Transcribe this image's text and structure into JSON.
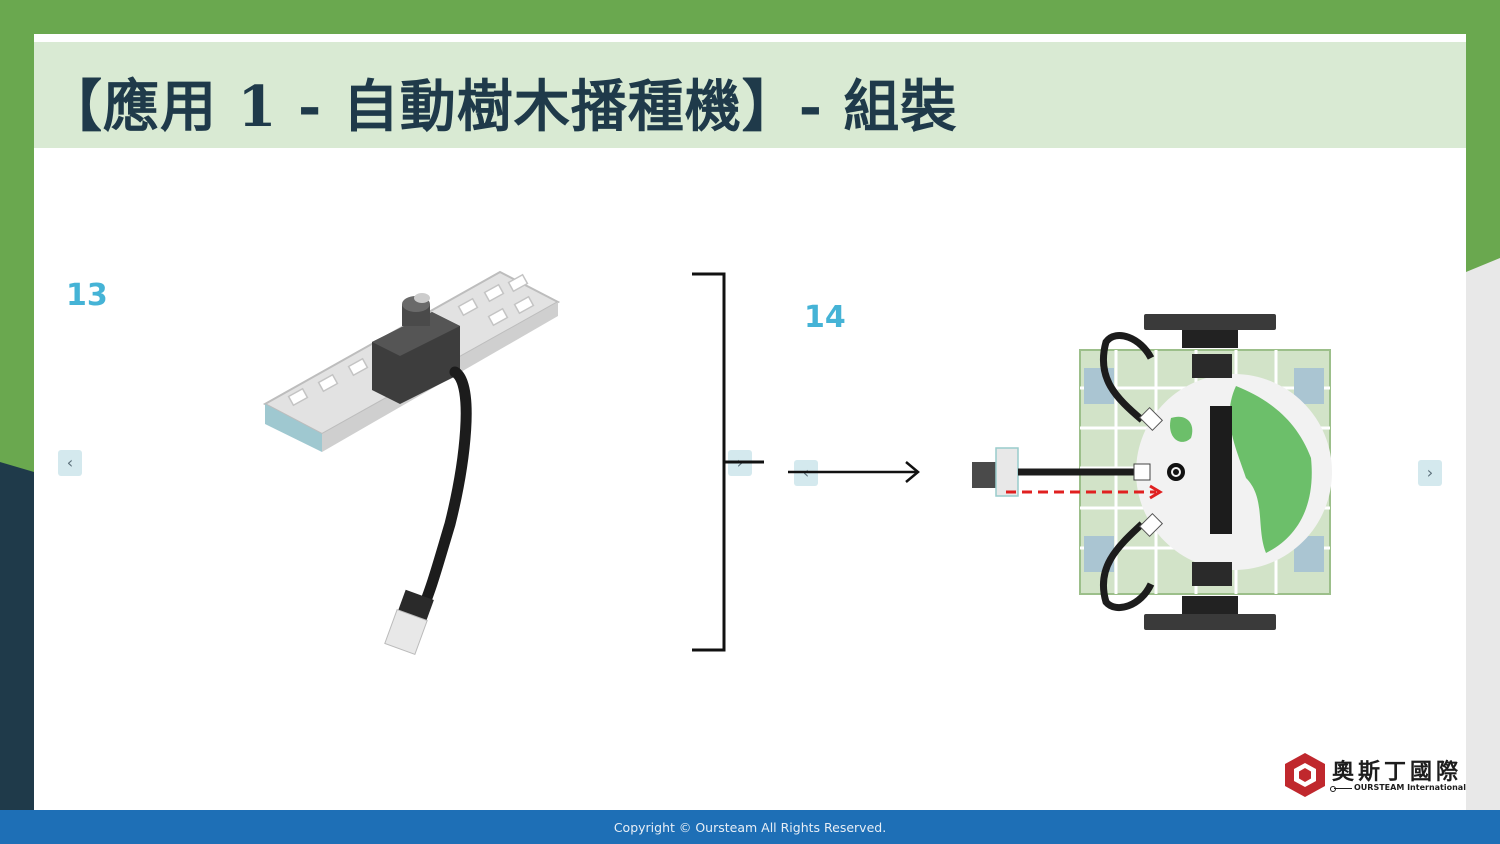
{
  "slide": {
    "title": "【應用 1 - 自動樹木播種機】- 組裝",
    "step_left": "13",
    "step_right": "14",
    "footer": "Copyright © Oursteam All Rights Reserved."
  },
  "nav": {
    "prev_icon": "chevron-left-icon",
    "next_icon": "chevron-right-icon",
    "prev_glyph": "‹",
    "next_glyph": "›"
  },
  "logo": {
    "chinese": "奧斯丁國際",
    "english": "OURSTEAM International"
  },
  "colors": {
    "green_frame": "#6aa84f",
    "title_band": "#d9ead3",
    "title_text": "#1f3a4a",
    "step_number": "#45b3d6",
    "footer_bar": "#1e6fb6",
    "logo_red": "#c0282d"
  }
}
